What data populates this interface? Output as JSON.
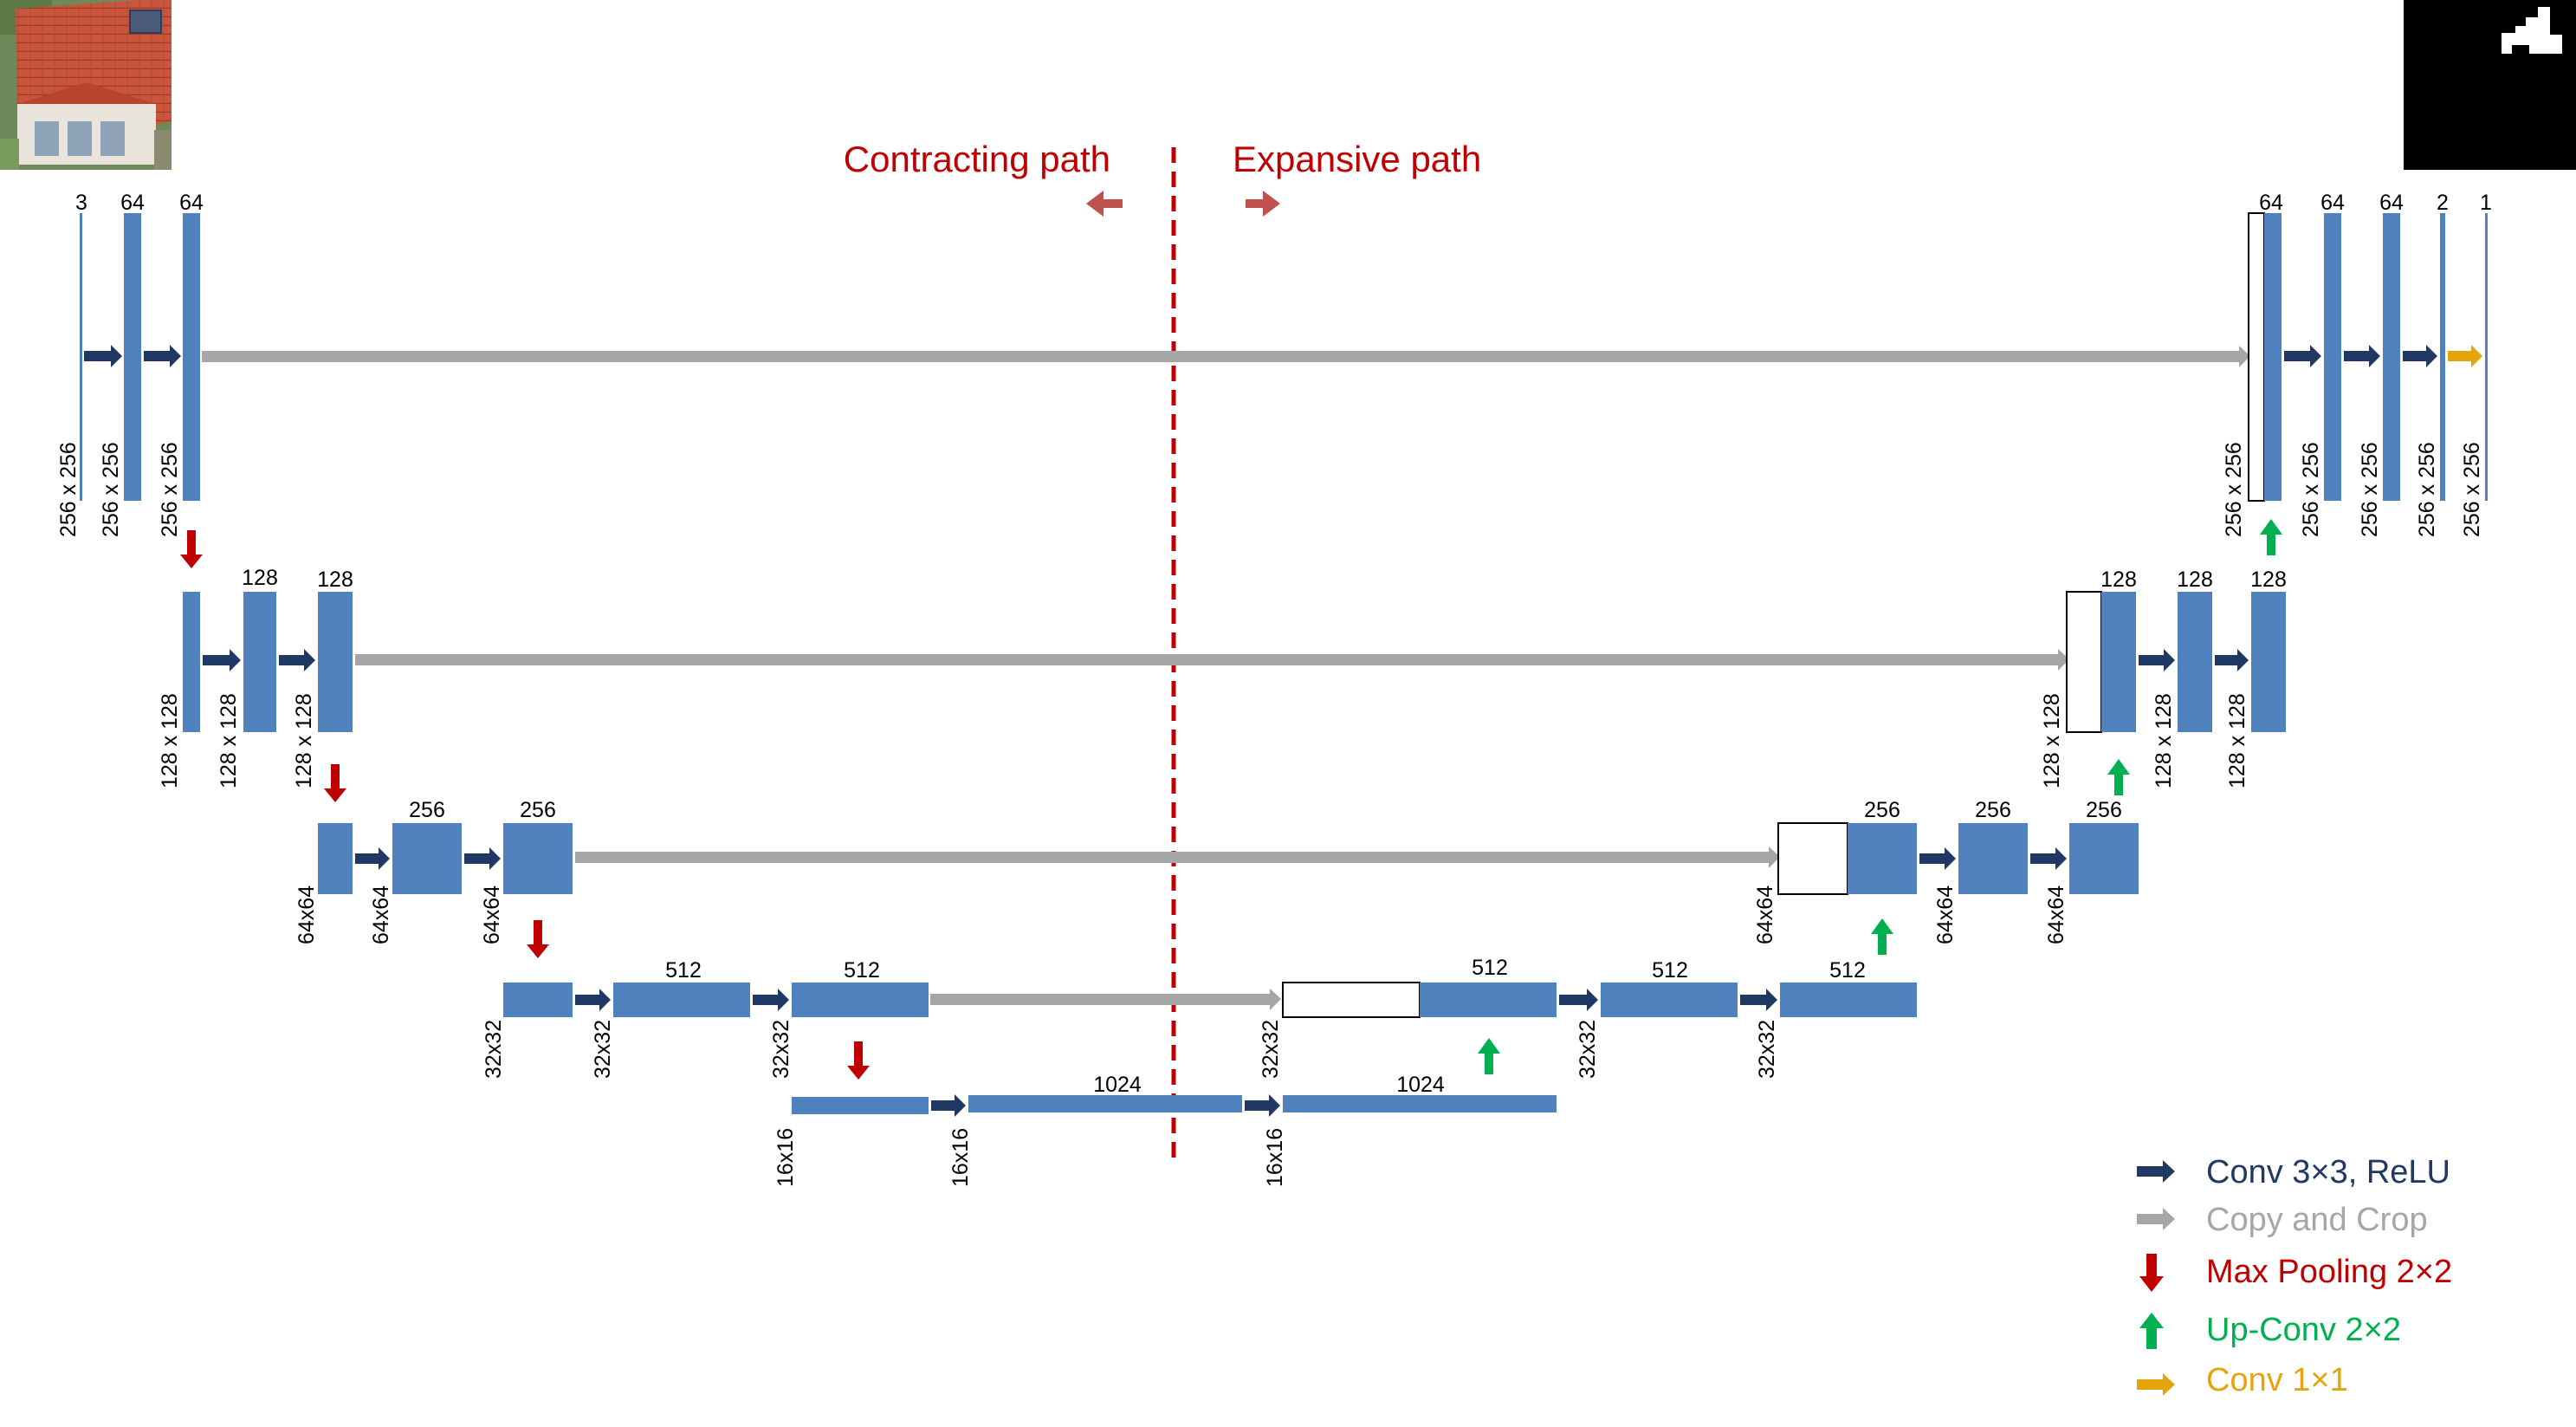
{
  "colors": {
    "block": "#4f81bd",
    "block_stroke": "#3a6aa8",
    "conv": "#1f3864",
    "copy": "#a6a6a6",
    "pool": "#c00000",
    "upconv": "#00b050",
    "conv1x1": "#e6a40c",
    "divider": "#c00000",
    "path_label": "#c00000",
    "path_arrow": "#c0504d"
  },
  "icons": {
    "input_image": "aerial-roof-photo",
    "output_mask": "binary-segmentation-mask"
  },
  "path_labels": {
    "contracting": "Contracting path",
    "expansive": "Expansive path"
  },
  "level1": {
    "ch_in": "3",
    "ch_a": "64",
    "ch_b": "64",
    "sz_in": "256 x 256",
    "sz_a": "256 x 256",
    "sz_b": "256 x 256",
    "up_ch": "64",
    "ch_c": "64",
    "ch_d": "64",
    "ch_e": "2",
    "ch_f": "1",
    "up_sz": "256 x 256",
    "sz_c": "256 x 256",
    "sz_d": "256 x 256",
    "sz_e": "256 x 256",
    "sz_f": "256 x 256"
  },
  "level2": {
    "ch_a": "128",
    "ch_b": "128",
    "sz_in": "128 x 128",
    "sz_a": "128 x 128",
    "sz_b": "128 x 128",
    "up_ch": "128",
    "ch_c": "128",
    "ch_d": "128",
    "up_sz": "128 x 128",
    "sz_c": "128 x 128",
    "sz_d": "128 x 128"
  },
  "level3": {
    "ch_a": "256",
    "ch_b": "256",
    "sz_in": "64x64",
    "sz_a": "64x64",
    "sz_b": "64x64",
    "up_ch": "256",
    "ch_c": "256",
    "ch_d": "256",
    "up_sz": "64x64",
    "sz_c": "64x64",
    "sz_d": "64x64"
  },
  "level4": {
    "ch_a": "512",
    "ch_b": "512",
    "sz_in": "32x32",
    "sz_a": "32x32",
    "sz_b": "32x32",
    "up_ch": "512",
    "ch_c": "512",
    "ch_d": "512",
    "up_sz": "32x32",
    "sz_c": "32x32",
    "sz_d": "32x32"
  },
  "level5": {
    "ch_a": "1024",
    "ch_b": "1024",
    "sz_in": "16x16",
    "sz_a": "16x16",
    "sz_b": "16x16"
  },
  "legend": [
    {
      "kind": "conv",
      "label": "Conv 3×3, ReLU"
    },
    {
      "kind": "copy",
      "label": "Copy and Crop"
    },
    {
      "kind": "pool",
      "label": "Max Pooling 2×2"
    },
    {
      "kind": "upconv",
      "label": "Up-Conv 2×2"
    },
    {
      "kind": "conv1x1",
      "label": "Conv 1×1"
    }
  ]
}
